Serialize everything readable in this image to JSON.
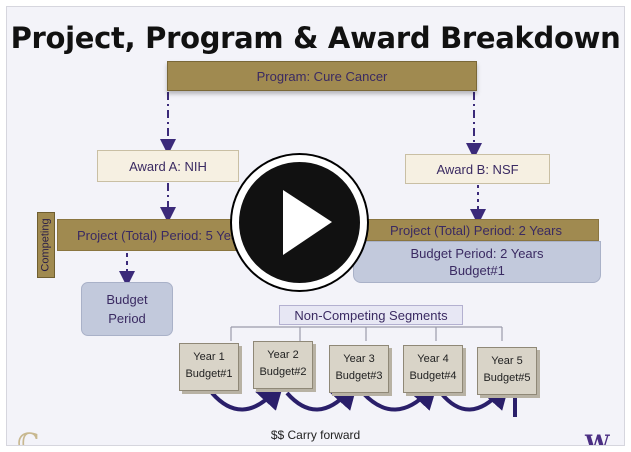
{
  "slide": {
    "title": "Project, Program & Award Breakdown",
    "program": "Program: Cure Cancer",
    "award_a": "Award A: NIH",
    "award_b": "Award B: NSF",
    "competing": "Competing",
    "project_a": "Project (Total) Period: 5 Years",
    "project_b": "Project (Total) Period: 2 Years",
    "budget_b_line1": "Budget Period: 2 Years",
    "budget_b_line2": "Budget#1",
    "budget_a_line1": "Budget",
    "budget_a_line2": "Period",
    "noncompeting": "Non-Competing Segments",
    "years": [
      {
        "year": "Year 1",
        "budget": "Budget#1"
      },
      {
        "year": "Year 2",
        "budget": "Budget#2"
      },
      {
        "year": "Year 3",
        "budget": "Budget#3"
      },
      {
        "year": "Year 4",
        "budget": "Budget#4"
      },
      {
        "year": "Year 5",
        "budget": "Budget#5"
      }
    ],
    "footer": "$$ Carry forward",
    "logo": "W"
  },
  "colors": {
    "gold": "#a08a50",
    "lavender": "#c2c9dc",
    "arrow_purple": "#3b2a7a",
    "text_purple": "#3a2a62"
  },
  "player": {
    "play_icon": "play-icon"
  }
}
